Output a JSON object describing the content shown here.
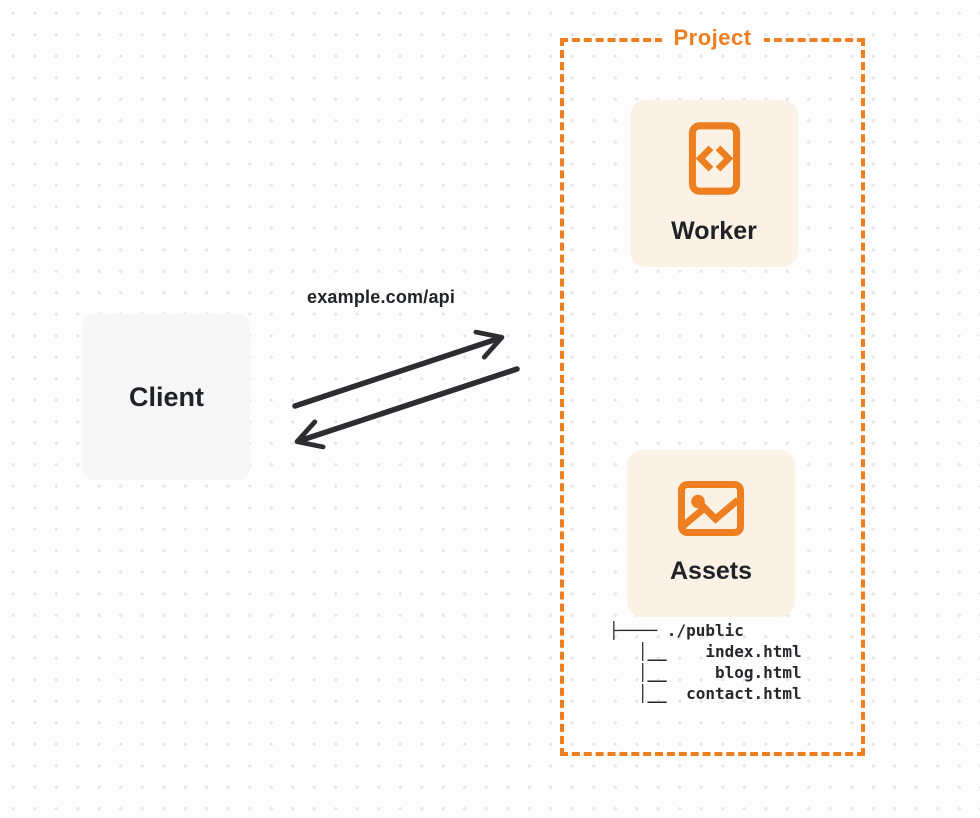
{
  "diagram": {
    "client": {
      "label": "Client"
    },
    "request_label": "example.com/api",
    "project": {
      "title": "Project",
      "worker": {
        "label": "Worker",
        "icon": "code-document-icon"
      },
      "assets": {
        "label": "Assets",
        "icon": "image-icon"
      },
      "file_tree": "├──── ./public\n   │__    index.html\n   │__     blog.html\n   │__  contact.html"
    },
    "colors": {
      "accent": "#ED7F20",
      "card_bg": "#FBF1E4",
      "client_bg": "#F6F6F7",
      "arrow": "#2B2D31",
      "text": "#1F2227",
      "dot": "#E6E6E6",
      "page_bg": "#FDFDFD"
    }
  }
}
